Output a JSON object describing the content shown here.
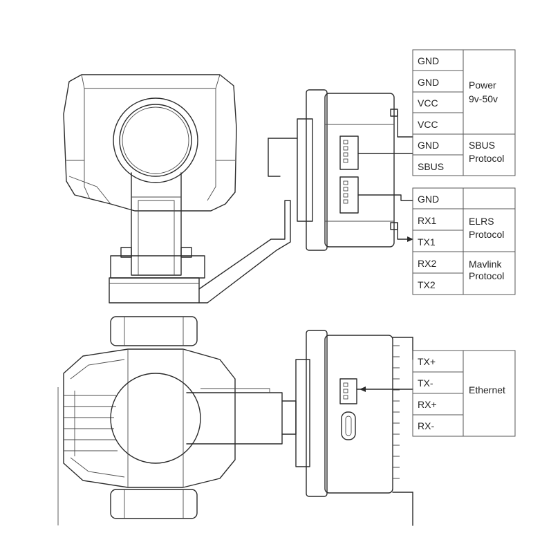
{
  "top_table": {
    "rows": [
      {
        "label": "GND"
      },
      {
        "label": "GND"
      },
      {
        "label": "VCC"
      },
      {
        "label": "VCC"
      },
      {
        "label": "GND"
      },
      {
        "label": "SBUS"
      }
    ],
    "groups": [
      {
        "line1": "Power",
        "line2": "9v-50v"
      },
      {
        "line1": "SBUS",
        "line2": "Protocol"
      }
    ]
  },
  "middle_table": {
    "rows": [
      {
        "label": "GND"
      },
      {
        "label": "RX1"
      },
      {
        "label": "TX1"
      },
      {
        "label": "RX2"
      },
      {
        "label": "TX2"
      }
    ],
    "groups": [
      {
        "line1": "ELRS",
        "line2": "Protocol"
      },
      {
        "line1": "Mavlink",
        "line2": "Protocol"
      }
    ]
  },
  "bottom_table": {
    "rows": [
      {
        "label": "TX+"
      },
      {
        "label": "TX-"
      },
      {
        "label": "RX+"
      },
      {
        "label": "RX-"
      }
    ],
    "groups": [
      {
        "line1": "Ethernet"
      }
    ]
  },
  "colors": {
    "line": "#2a2a2a",
    "table_border": "#555555",
    "text": "#222222"
  }
}
